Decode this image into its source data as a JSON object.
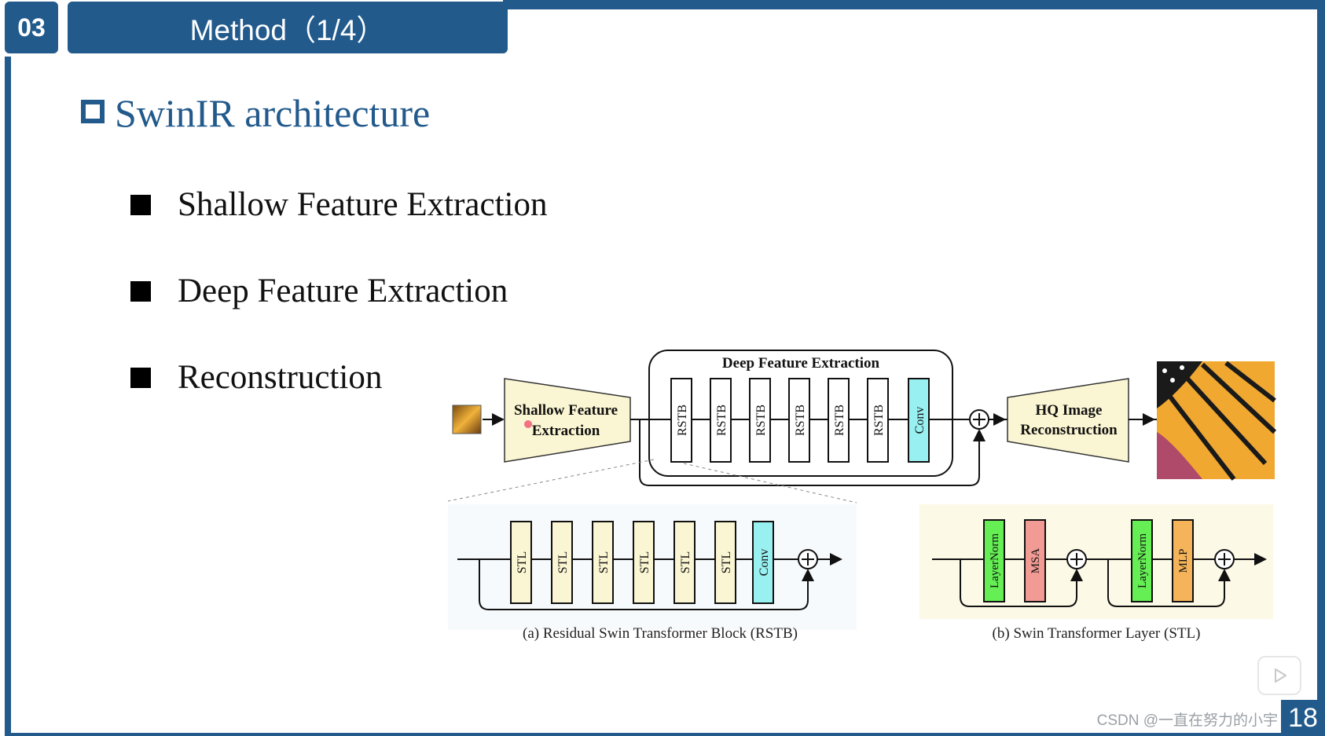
{
  "header": {
    "section_number": "03",
    "title": "Method（1/4）"
  },
  "slide": {
    "title": "SwinIR architecture",
    "bullets": [
      "Shallow Feature Extraction",
      "Deep Feature Extraction",
      "Reconstruction"
    ]
  },
  "diagram": {
    "shallow_label_1": "Shallow Feature",
    "shallow_label_2": "Extraction",
    "deep_title": "Deep Feature Extraction",
    "rstb_blocks": [
      "RSTB",
      "RSTB",
      "RSTB",
      "RSTB",
      "RSTB",
      "RSTB"
    ],
    "deep_conv": "Conv",
    "hq_label_1": "HQ Image",
    "hq_label_2": "Reconstruction",
    "rstb_detail_blocks": [
      "STL",
      "STL",
      "STL",
      "STL",
      "STL",
      "STL"
    ],
    "rstb_detail_conv": "Conv",
    "caption_a": "(a) Residual Swin Transformer Block (RSTB)",
    "stl_layernorm_1": "LayerNorm",
    "stl_msa": "MSA",
    "stl_layernorm_2": "LayerNorm",
    "stl_mlp": "MLP",
    "caption_b": "(b) Swin Transformer Layer (STL)",
    "colors": {
      "conv": "#99f0f0",
      "layernorm": "#66ee55",
      "msa": "#f29a94",
      "mlp": "#f5b45a",
      "block": "#faf5d2"
    }
  },
  "footer": {
    "watermark": "CSDN @一直在努力的小宇",
    "page_number": "18"
  }
}
